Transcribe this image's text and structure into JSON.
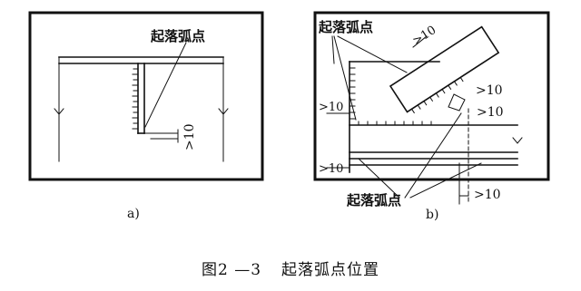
{
  "panel_a": {
    "label": "起落弧点",
    "dim": ">10",
    "sublabel": "a)"
  },
  "panel_b": {
    "label_top": "起落弧点",
    "label_bottom": "起落弧点",
    "dims": [
      ">10",
      ">10",
      ">10",
      ">10",
      ">10",
      ">10"
    ],
    "sublabel": "b)"
  },
  "caption": {
    "number": "图2 —3",
    "title": "起落弧点位置"
  }
}
